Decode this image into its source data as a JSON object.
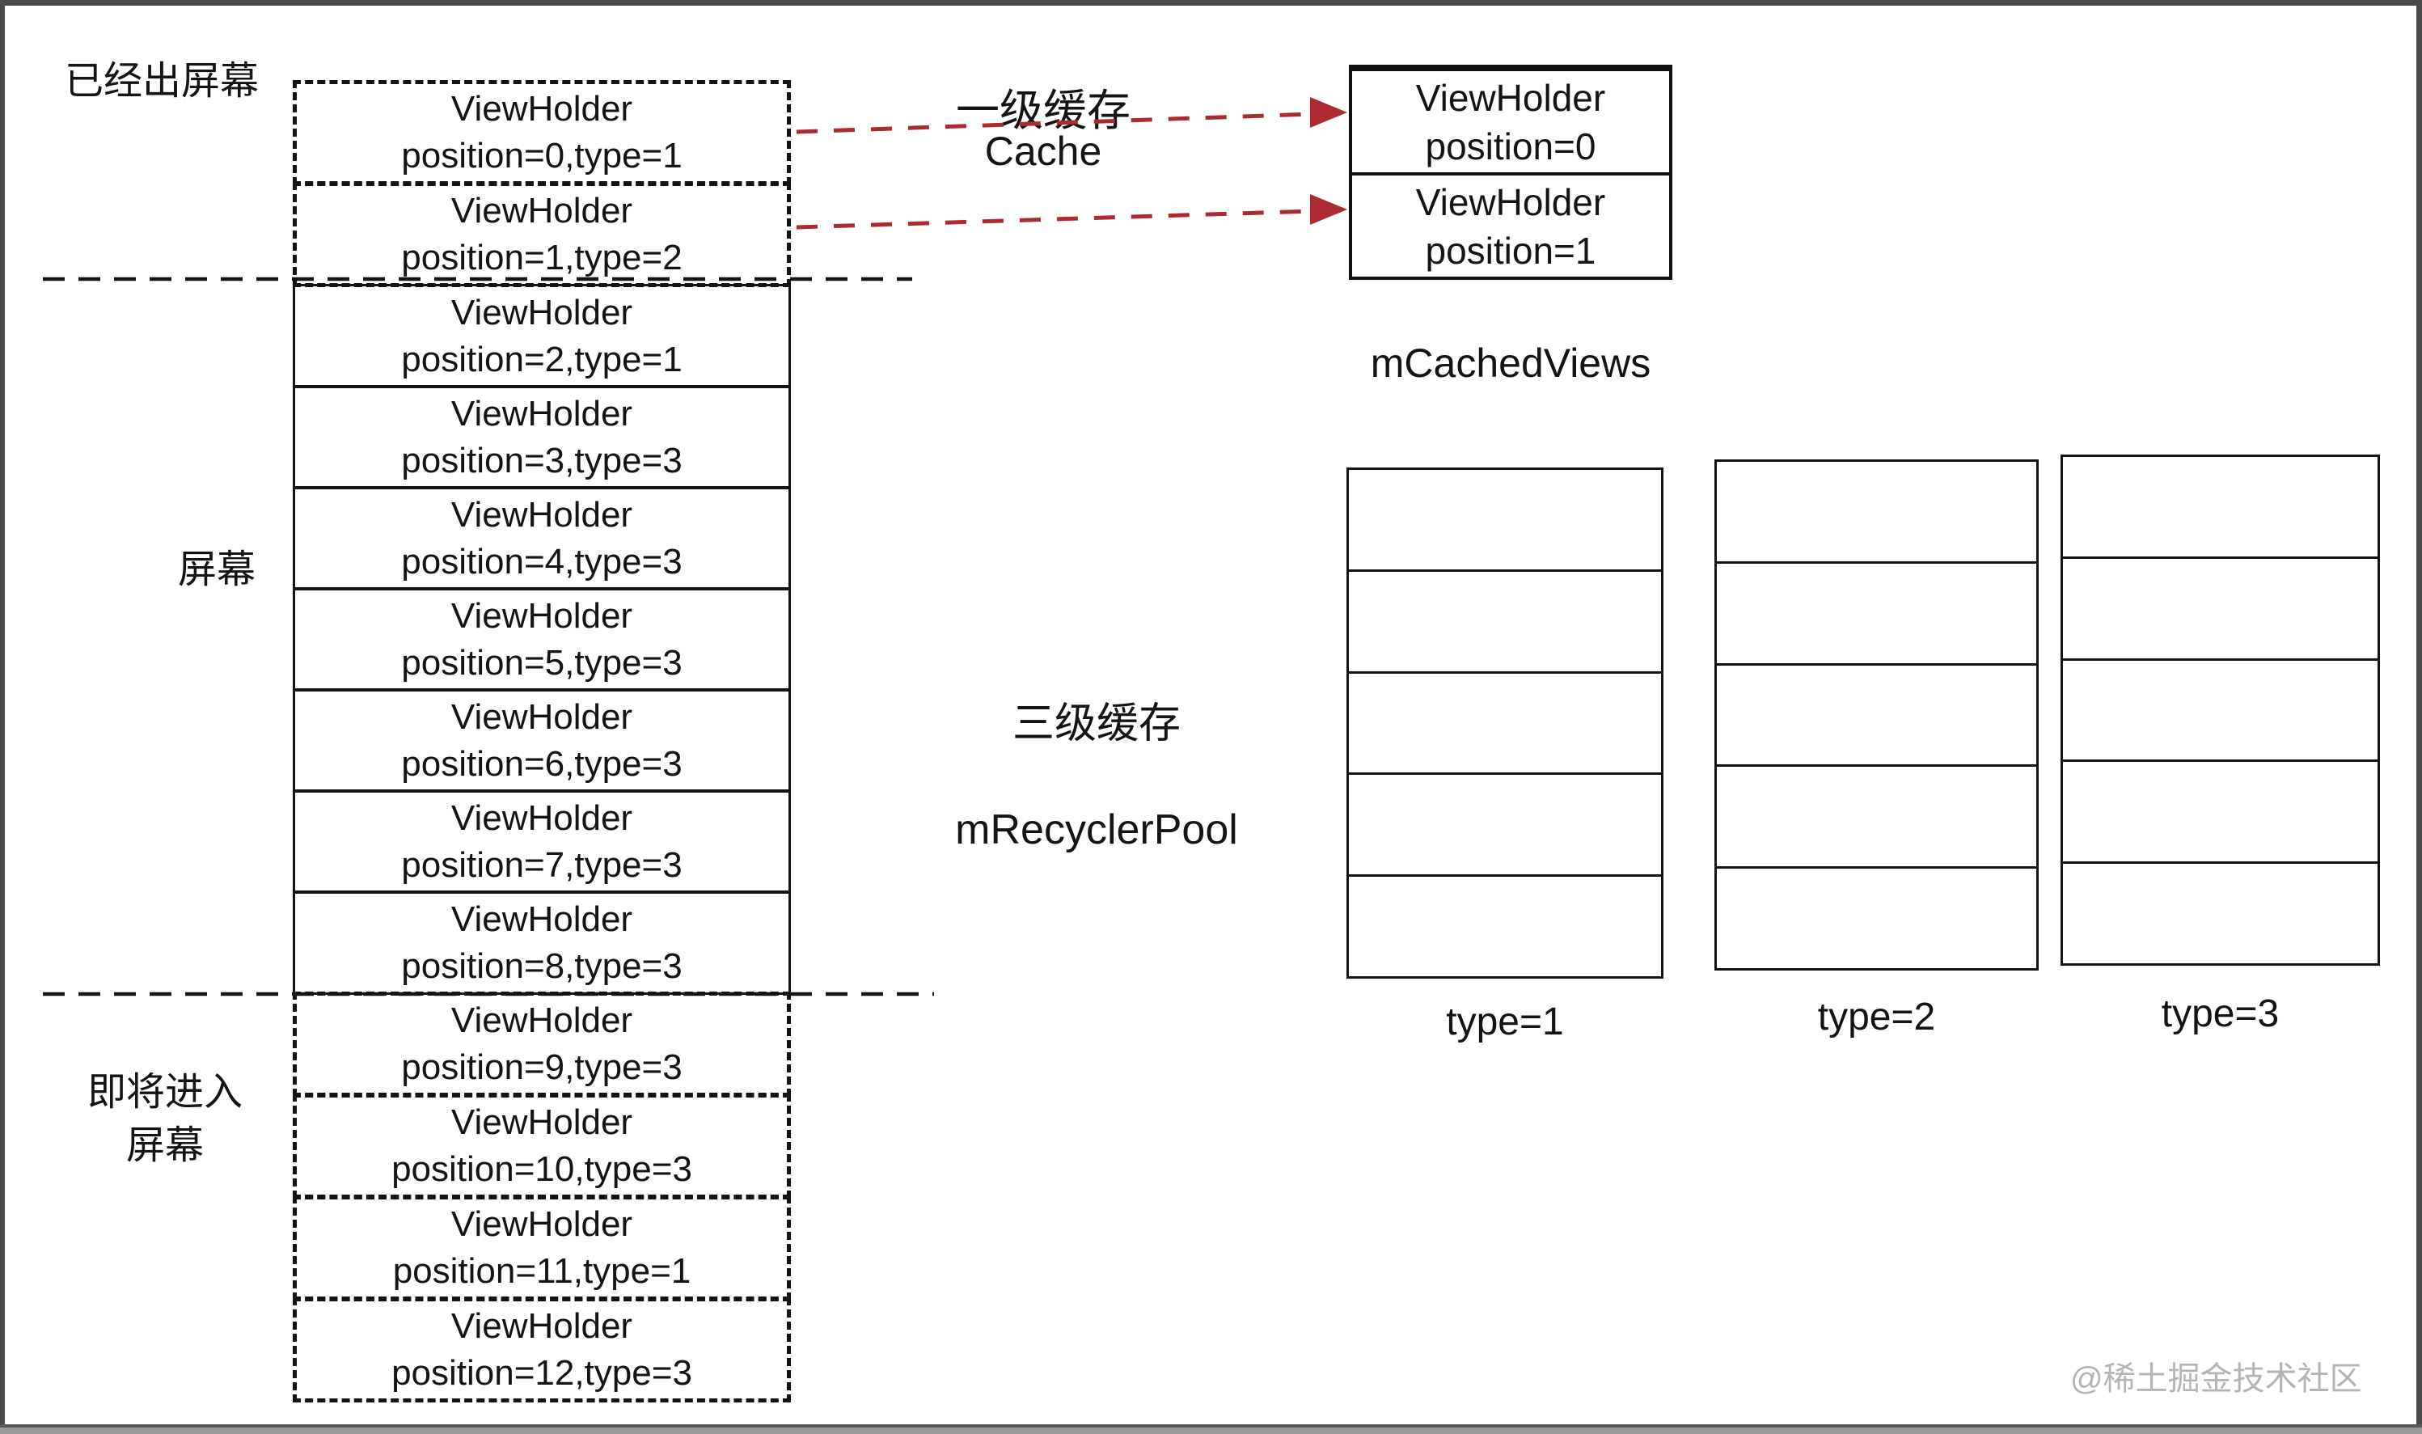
{
  "labels": {
    "off_screen": "已经出屏幕",
    "screen": "屏幕",
    "entering_line1": "即将进入",
    "entering_line2": "屏幕",
    "l1_cache_cn": "一级缓存",
    "l1_cache_en": "Cache",
    "cached_views": "mCachedViews",
    "l3_cache_cn": "三级缓存",
    "recycler_pool": "mRecyclerPool",
    "watermark": "@稀土掘金技术社区"
  },
  "left_column": {
    "boxes": [
      {
        "line1": "ViewHolder",
        "line2": "position=0,type=1",
        "style": "dashed"
      },
      {
        "line1": "ViewHolder",
        "line2": "position=1,type=2",
        "style": "dashed"
      },
      {
        "line1": "ViewHolder",
        "line2": "position=2,type=1",
        "style": "solid"
      },
      {
        "line1": "ViewHolder",
        "line2": "position=3,type=3",
        "style": "solid"
      },
      {
        "line1": "ViewHolder",
        "line2": "position=4,type=3",
        "style": "solid"
      },
      {
        "line1": "ViewHolder",
        "line2": "position=5,type=3",
        "style": "solid"
      },
      {
        "line1": "ViewHolder",
        "line2": "position=6,type=3",
        "style": "solid"
      },
      {
        "line1": "ViewHolder",
        "line2": "position=7,type=3",
        "style": "solid"
      },
      {
        "line1": "ViewHolder",
        "line2": "position=8,type=3",
        "style": "solid"
      },
      {
        "line1": "ViewHolder",
        "line2": "position=9,type=3",
        "style": "dashed"
      },
      {
        "line1": "ViewHolder",
        "line2": "position=10,type=3",
        "style": "dashed"
      },
      {
        "line1": "ViewHolder",
        "line2": "position=11,type=1",
        "style": "dashed"
      },
      {
        "line1": "ViewHolder",
        "line2": "position=12,type=3",
        "style": "dashed"
      }
    ]
  },
  "cache_box": {
    "cells": [
      {
        "line1": "ViewHolder",
        "line2": "position=0"
      },
      {
        "line1": "ViewHolder",
        "line2": "position=1"
      }
    ]
  },
  "pools": [
    {
      "label": "type=1",
      "rows": 5
    },
    {
      "label": "type=2",
      "rows": 5
    },
    {
      "label": "type=3",
      "rows": 5
    }
  ],
  "colors": {
    "arrow_red": "#ad2a33",
    "line_black": "#141414",
    "watermark_gray": "#b4b4b4"
  }
}
